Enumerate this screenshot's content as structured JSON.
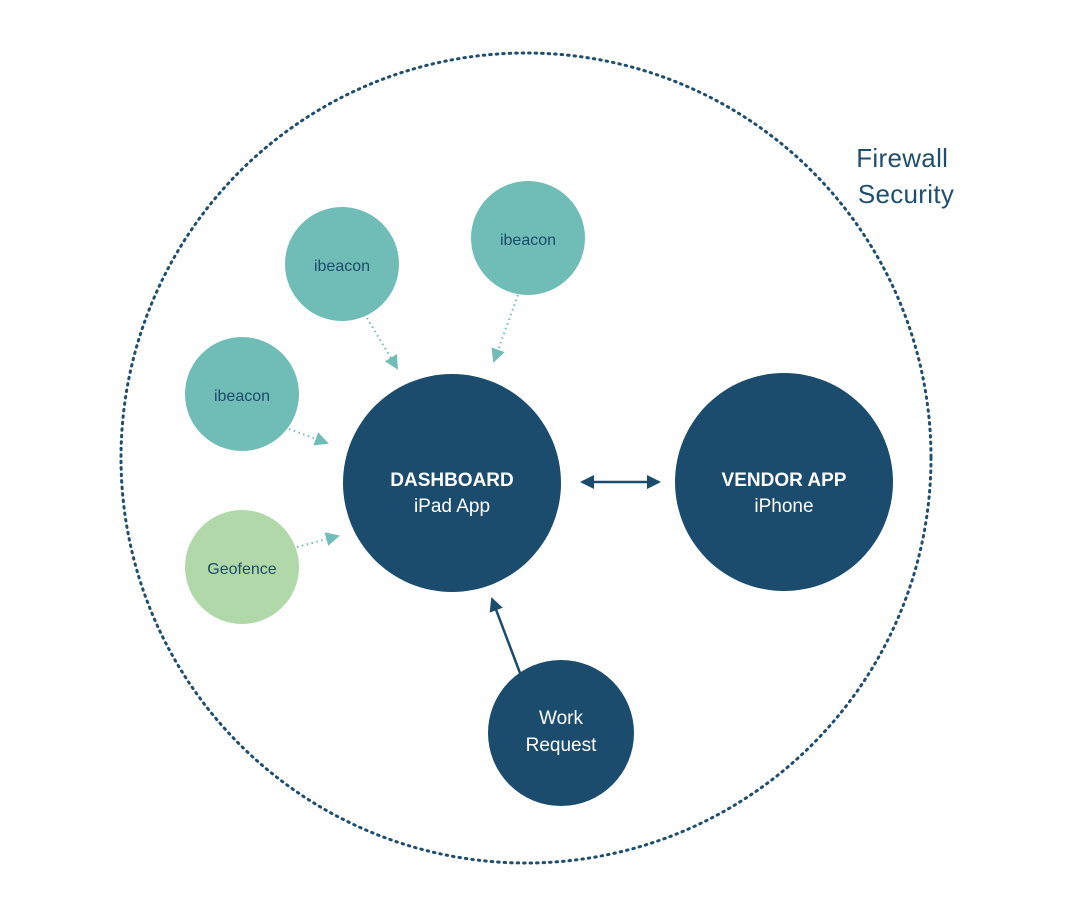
{
  "firewall": {
    "line1": "Firewall",
    "line2": "Security"
  },
  "dashboard": {
    "title": "DASHBOARD",
    "subtitle": "iPad App"
  },
  "vendor": {
    "title": "VENDOR APP",
    "subtitle": "iPhone"
  },
  "beacons": [
    {
      "label": "ibeacon"
    },
    {
      "label": "ibeacon"
    },
    {
      "label": "ibeacon"
    }
  ],
  "geofence": {
    "label": "Geofence"
  },
  "work_request": {
    "line1": "Work",
    "line2": "Request"
  },
  "colors": {
    "navy": "#1b4c6d",
    "teal": "#6fbdb6",
    "green": "#b1d8a8",
    "firewall_text": "#1f4e6e",
    "dotted_arrow": "#6fbdb6",
    "solid_arrow": "#1b4c6d"
  }
}
